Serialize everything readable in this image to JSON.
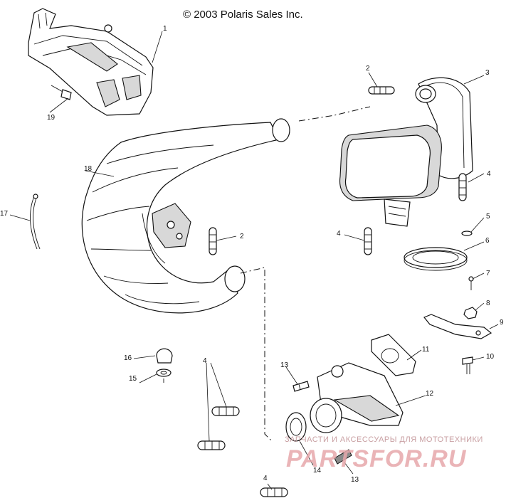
{
  "diagram": {
    "copyright": "© 2003 Polaris Sales Inc.",
    "callouts": [
      {
        "id": "c1",
        "text": "1"
      },
      {
        "id": "c2a",
        "text": "2"
      },
      {
        "id": "c2b",
        "text": "2"
      },
      {
        "id": "c3",
        "text": "3"
      },
      {
        "id": "c4a",
        "text": "4"
      },
      {
        "id": "c4b",
        "text": "4"
      },
      {
        "id": "c4c",
        "text": "4"
      },
      {
        "id": "c4d",
        "text": "4"
      },
      {
        "id": "c5",
        "text": "5"
      },
      {
        "id": "c6",
        "text": "6"
      },
      {
        "id": "c7",
        "text": "7"
      },
      {
        "id": "c8",
        "text": "8"
      },
      {
        "id": "c9",
        "text": "9"
      },
      {
        "id": "c10",
        "text": "10"
      },
      {
        "id": "c11",
        "text": "11"
      },
      {
        "id": "c12",
        "text": "12"
      },
      {
        "id": "c13a",
        "text": "13"
      },
      {
        "id": "c13b",
        "text": "13"
      },
      {
        "id": "c14",
        "text": "14"
      },
      {
        "id": "c15",
        "text": "15"
      },
      {
        "id": "c16",
        "text": "16"
      },
      {
        "id": "c17",
        "text": "17"
      },
      {
        "id": "c18",
        "text": "18"
      },
      {
        "id": "c19",
        "text": "19"
      }
    ]
  },
  "watermark": {
    "tagline": "ЗАПЧАСТИ И АКСЕССУАРЫ ДЛЯ МОТОТЕХНИКИ",
    "logo": "PARTSFOR.RU"
  }
}
